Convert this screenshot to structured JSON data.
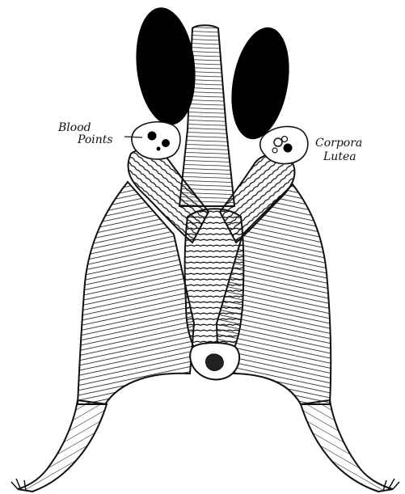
{
  "labels": {
    "blood_points": [
      "Blood",
      "Points"
    ],
    "corpora_lutea": [
      "Corpora",
      "Lutea"
    ]
  },
  "colors": {
    "ink": "#111111",
    "paper": "#ffffff"
  }
}
